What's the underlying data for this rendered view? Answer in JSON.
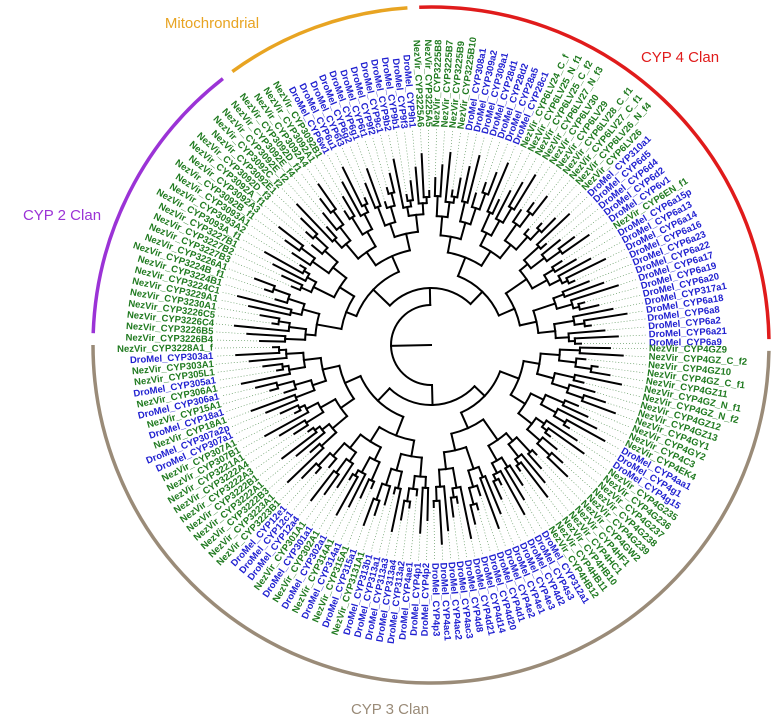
{
  "colors": {
    "dromel": "#1f1fd0",
    "nezvir": "#1f7a1f",
    "guide": "#4a8a4a",
    "branch": "#000000"
  },
  "clans": [
    {
      "label": "CYP 4 Clan",
      "color": "#e01b1b"
    },
    {
      "label": "Mitochrondrial",
      "color": "#e8a422"
    },
    {
      "label": "CYP 2 Clan",
      "color": "#9b33d6"
    },
    {
      "label": "CYP 3 Clan",
      "color": "#9a8b78"
    }
  ],
  "leaves": [
    {
      "name": "DroMel_CYP6a9",
      "species": "DroMel"
    },
    {
      "name": "DroMel_CYP6a21",
      "species": "DroMel"
    },
    {
      "name": "DroMel_CYP6a2",
      "species": "DroMel"
    },
    {
      "name": "DroMel_CYP6a8",
      "species": "DroMel"
    },
    {
      "name": "DroMel_CYP6a18",
      "species": "DroMel"
    },
    {
      "name": "DroMel_CYP317a1",
      "species": "DroMel"
    },
    {
      "name": "DroMel_CYP6a20",
      "species": "DroMel"
    },
    {
      "name": "DroMel_CYP6a19",
      "species": "DroMel"
    },
    {
      "name": "DroMel_CYP6a17",
      "species": "DroMel"
    },
    {
      "name": "DroMel_CYP6a22",
      "species": "DroMel"
    },
    {
      "name": "DroMel_CYP6a23",
      "species": "DroMel"
    },
    {
      "name": "DroMel_CYP6a16",
      "species": "DroMel"
    },
    {
      "name": "DroMel_CYP6a14",
      "species": "DroMel"
    },
    {
      "name": "DroMel_CYP6a13",
      "species": "DroMel"
    },
    {
      "name": "DroMel_CYP6a15p",
      "species": "DroMel"
    },
    {
      "name": "NezVir_CYP6EN_f1",
      "species": "NezVir"
    },
    {
      "name": "DroMel_CYP6v1",
      "species": "DroMel"
    },
    {
      "name": "DroMel_CYP6d2",
      "species": "DroMel"
    },
    {
      "name": "DroMel_CYP6d4",
      "species": "DroMel"
    },
    {
      "name": "DroMel_CYP6d5",
      "species": "DroMel"
    },
    {
      "name": "DroMel_CYP310a1",
      "species": "DroMel"
    },
    {
      "name": "NezVir_CYP6LV26",
      "species": "NezVir"
    },
    {
      "name": "NezVir_CYP6LV26_N_f4",
      "species": "NezVir"
    },
    {
      "name": "NezVir_CYP6LV27_C_f1",
      "species": "NezVir"
    },
    {
      "name": "NezVir_CYP6LV28_C_f1",
      "species": "NezVir"
    },
    {
      "name": "NezVir_CYP6LV29",
      "species": "NezVir"
    },
    {
      "name": "NezVir_CYP6LV30",
      "species": "NezVir"
    },
    {
      "name": "NezVir_CYP6LV27_N_f3",
      "species": "NezVir"
    },
    {
      "name": "NezVir_CYP6LV25_C_f2",
      "species": "NezVir"
    },
    {
      "name": "NezVir_CYP6LV25_N_f1",
      "species": "NezVir"
    },
    {
      "name": "NezVir_CYP6LV24_C_f",
      "species": "NezVir"
    },
    {
      "name": "DroMel_CYP28c1",
      "species": "DroMel"
    },
    {
      "name": "DroMel_CYP28a5",
      "species": "DroMel"
    },
    {
      "name": "DroMel_CYP28d2",
      "species": "DroMel"
    },
    {
      "name": "DroMel_CYP28d1",
      "species": "DroMel"
    },
    {
      "name": "DroMel_CYP309a1",
      "species": "DroMel"
    },
    {
      "name": "DroMel_CYP309a2",
      "species": "DroMel"
    },
    {
      "name": "DroMel_CYP308a1",
      "species": "DroMel"
    },
    {
      "name": "NezVir_CYP3225B10",
      "species": "NezVir"
    },
    {
      "name": "NezVir_CYP3225B9",
      "species": "NezVir"
    },
    {
      "name": "NezVir_CYP3225B7",
      "species": "NezVir"
    },
    {
      "name": "NezVir_CYP3225B8",
      "species": "NezVir"
    },
    {
      "name": "NezVir_CYP3225A5",
      "species": "NezVir"
    },
    {
      "name": "NezVir_CYP3225A6",
      "species": "NezVir"
    },
    {
      "name": "DroMel_CYP9h1",
      "species": "DroMel"
    },
    {
      "name": "DroMel_CYP9f3",
      "species": "DroMel"
    },
    {
      "name": "DroMel_CYP9b1",
      "species": "DroMel"
    },
    {
      "name": "DroMel_CYP9b2",
      "species": "DroMel"
    },
    {
      "name": "DroMel_CYP9c1",
      "species": "DroMel"
    },
    {
      "name": "DroMel_CYP9f2",
      "species": "DroMel"
    },
    {
      "name": "DroMel_CYP6t1",
      "species": "DroMel"
    },
    {
      "name": "DroMel_CYP6g1",
      "species": "DroMel"
    },
    {
      "name": "DroMel_CYP6g2",
      "species": "DroMel"
    },
    {
      "name": "DroMel_CYP6t3",
      "species": "DroMel"
    },
    {
      "name": "DroMel_CYP6u1",
      "species": "DroMel"
    },
    {
      "name": "DroMel_CYP6w1",
      "species": "DroMel"
    },
    {
      "name": "NezVir_CYP3092B1",
      "species": "NezVir"
    },
    {
      "name": "NezVir_CYP3092A1",
      "species": "NezVir"
    },
    {
      "name": "NezVir_CYP3092A4",
      "species": "NezVir"
    },
    {
      "name": "NezVir_CYP3092D_f1",
      "species": "NezVir"
    },
    {
      "name": "NezVir_CYP3092E_f4",
      "species": "NezVir"
    },
    {
      "name": "NezVir_CYP3092E_f2",
      "species": "NezVir"
    },
    {
      "name": "NezVir_CYP3092C_f2",
      "species": "NezVir"
    },
    {
      "name": "NezVir_CYP3092E1",
      "species": "NezVir"
    },
    {
      "name": "NezVir_CYP3092D_f3",
      "species": "NezVir"
    },
    {
      "name": "NezVir_CYP3092A_f1",
      "species": "NezVir"
    },
    {
      "name": "NezVir_CYP3092A3",
      "species": "NezVir"
    },
    {
      "name": "NezVir_CYP3092B_f1",
      "species": "NezVir"
    },
    {
      "name": "NezVir_CYP3093A1",
      "species": "NezVir"
    },
    {
      "name": "NezVir_CYP3093A2",
      "species": "NezVir"
    },
    {
      "name": "NezVir_CYP3093A_f1",
      "species": "NezVir"
    },
    {
      "name": "NezVir_CYP3227B1",
      "species": "NezVir"
    },
    {
      "name": "NezVir_CYP3227B2",
      "species": "NezVir"
    },
    {
      "name": "NezVir_CYP3227B3",
      "species": "NezVir"
    },
    {
      "name": "NezVir_CYP3226A1",
      "species": "NezVir"
    },
    {
      "name": "NezVir_CYP3224B_f1",
      "species": "NezVir"
    },
    {
      "name": "NezVir_CYP3224B1",
      "species": "NezVir"
    },
    {
      "name": "NezVir_CYP3224C1",
      "species": "NezVir"
    },
    {
      "name": "NezVir_CYP3229A1",
      "species": "NezVir"
    },
    {
      "name": "NezVir_CYP3230A1",
      "species": "NezVir"
    },
    {
      "name": "NezVir_CYP3226C5",
      "species": "NezVir"
    },
    {
      "name": "NezVir_CYP3226C4",
      "species": "NezVir"
    },
    {
      "name": "NezVir_CYP3226B5",
      "species": "NezVir"
    },
    {
      "name": "NezVir_CYP3226B4",
      "species": "NezVir"
    },
    {
      "name": "NezVir_CYP3228A1_f",
      "species": "NezVir"
    },
    {
      "name": "DroMel_CYP303a1",
      "species": "DroMel"
    },
    {
      "name": "NezVir_CYP303A1",
      "species": "NezVir"
    },
    {
      "name": "NezVir_CYP305L1",
      "species": "NezVir"
    },
    {
      "name": "DroMel_CYP305a1",
      "species": "DroMel"
    },
    {
      "name": "NezVir_CYP306A1",
      "species": "NezVir"
    },
    {
      "name": "DroMel_CYP306a1",
      "species": "DroMel"
    },
    {
      "name": "NezVir_CYP15A1",
      "species": "NezVir"
    },
    {
      "name": "DroMel_CYP18a1",
      "species": "DroMel"
    },
    {
      "name": "NezVir_CYP18A1",
      "species": "NezVir"
    },
    {
      "name": "DroMel_CYP307a2p",
      "species": "DroMel"
    },
    {
      "name": "DroMel_CYP307a1",
      "species": "DroMel"
    },
    {
      "name": "NezVir_CYP307A1",
      "species": "NezVir"
    },
    {
      "name": "NezVir_CYP307B1",
      "species": "NezVir"
    },
    {
      "name": "NezVir_CYP3221A1",
      "species": "NezVir"
    },
    {
      "name": "NezVir_CYP3222A4",
      "species": "NezVir"
    },
    {
      "name": "NezVir_CYP3222A3",
      "species": "NezVir"
    },
    {
      "name": "NezVir_CYP3222B1",
      "species": "NezVir"
    },
    {
      "name": "NezVir_CYP3222A1",
      "species": "NezVir"
    },
    {
      "name": "NezVir_CYP3222B3",
      "species": "NezVir"
    },
    {
      "name": "NezVir_CYP3223A1",
      "species": "NezVir"
    },
    {
      "name": "NezVir_CYP3223B1",
      "species": "NezVir"
    },
    {
      "name": "DroMel_CYP12e1",
      "species": "DroMel"
    },
    {
      "name": "DroMel_CYP12c1",
      "species": "DroMel"
    },
    {
      "name": "DroMel_CYP12a4",
      "species": "DroMel"
    },
    {
      "name": "NezVir_CYP301A1",
      "species": "NezVir"
    },
    {
      "name": "DroMel_CYP301a1",
      "species": "DroMel"
    },
    {
      "name": "NezVir_CYP302A1",
      "species": "NezVir"
    },
    {
      "name": "DroMel_CYP302a1",
      "species": "DroMel"
    },
    {
      "name": "NezVir_CYP314A1",
      "species": "NezVir"
    },
    {
      "name": "DroMel_CYP314a1",
      "species": "DroMel"
    },
    {
      "name": "NezVir_CYP315A1",
      "species": "NezVir"
    },
    {
      "name": "DroMel_CYP315a1",
      "species": "DroMel"
    },
    {
      "name": "NezVir_CYP3131A1",
      "species": "NezVir"
    },
    {
      "name": "DroMel_CYP313b1",
      "species": "DroMel"
    },
    {
      "name": "DroMel_CYP313a1",
      "species": "DroMel"
    },
    {
      "name": "DroMel_CYP313a3",
      "species": "DroMel"
    },
    {
      "name": "DroMel_CYP313a4",
      "species": "DroMel"
    },
    {
      "name": "DroMel_CYP313a2",
      "species": "DroMel"
    },
    {
      "name": "DroMel_CYP4ae1",
      "species": "DroMel"
    },
    {
      "name": "DroMel_CYP4p1",
      "species": "DroMel"
    },
    {
      "name": "DroMel_CYP4p2",
      "species": "DroMel"
    },
    {
      "name": "DroMel_CYP4p3",
      "species": "DroMel"
    },
    {
      "name": "DroMel_CYP4ac1",
      "species": "DroMel"
    },
    {
      "name": "DroMel_CYP4ac2",
      "species": "DroMel"
    },
    {
      "name": "DroMel_CYP4ac3",
      "species": "DroMel"
    },
    {
      "name": "DroMel_CYP4d8",
      "species": "DroMel"
    },
    {
      "name": "DroMel_CYP4d21",
      "species": "DroMel"
    },
    {
      "name": "DroMel_CYP4d14",
      "species": "DroMel"
    },
    {
      "name": "DroMel_CYP4d20",
      "species": "DroMel"
    },
    {
      "name": "DroMel_CYP4d1",
      "species": "DroMel"
    },
    {
      "name": "DroMel_CYP4e2",
      "species": "DroMel"
    },
    {
      "name": "DroMel_CYP4e1",
      "species": "DroMel"
    },
    {
      "name": "DroMel_CYP4e3",
      "species": "DroMel"
    },
    {
      "name": "DroMel_CYP4d2",
      "species": "DroMel"
    },
    {
      "name": "DroMel_CYP4s3",
      "species": "DroMel"
    },
    {
      "name": "DroMel_CYP312a1",
      "species": "DroMel"
    },
    {
      "name": "NezVir_CYP4HB12",
      "species": "NezVir"
    },
    {
      "name": "NezVir_CYP4HB11",
      "species": "NezVir"
    },
    {
      "name": "NezVir_CYP4HB10",
      "species": "NezVir"
    },
    {
      "name": "NezVir_CYP4HC1",
      "species": "NezVir"
    },
    {
      "name": "NezVir_CYP4HF1",
      "species": "NezVir"
    },
    {
      "name": "NezVir_CYP4GW2",
      "species": "NezVir"
    },
    {
      "name": "NezVir_CYP4G239",
      "species": "NezVir"
    },
    {
      "name": "NezVir_CYP4G238",
      "species": "NezVir"
    },
    {
      "name": "NezVir_CYP4G237",
      "species": "NezVir"
    },
    {
      "name": "NezVir_CYP4G236",
      "species": "NezVir"
    },
    {
      "name": "NezVir_CYP4G235",
      "species": "NezVir"
    },
    {
      "name": "DroMel_CYP4g15",
      "species": "DroMel"
    },
    {
      "name": "DroMel_CYP4g1",
      "species": "DroMel"
    },
    {
      "name": "DroMel_CYP4aa1",
      "species": "DroMel"
    },
    {
      "name": "NezVir_CYP4EK4",
      "species": "NezVir"
    },
    {
      "name": "NezVir_CYP4C3",
      "species": "NezVir"
    },
    {
      "name": "NezVir_CYP4GY2",
      "species": "NezVir"
    },
    {
      "name": "NezVir_CYP4GY1",
      "species": "NezVir"
    },
    {
      "name": "NezVir_CYP4GZ13",
      "species": "NezVir"
    },
    {
      "name": "NezVir_CYP4GZ12",
      "species": "NezVir"
    },
    {
      "name": "NezVir_CYP4GZ_N_f2",
      "species": "NezVir"
    },
    {
      "name": "NezVir_CYP4GZ_N_f1",
      "species": "NezVir"
    },
    {
      "name": "NezVir_CYP4GZ11",
      "species": "NezVir"
    },
    {
      "name": "NezVir_CYP4GZ_C_f1",
      "species": "NezVir"
    },
    {
      "name": "NezVir_CYP4GZ10",
      "species": "NezVir"
    },
    {
      "name": "NezVir_CYP4GZ_C_f2",
      "species": "NezVir"
    },
    {
      "name": "NezVir_CYP4GZ9",
      "species": "NezVir"
    }
  ]
}
